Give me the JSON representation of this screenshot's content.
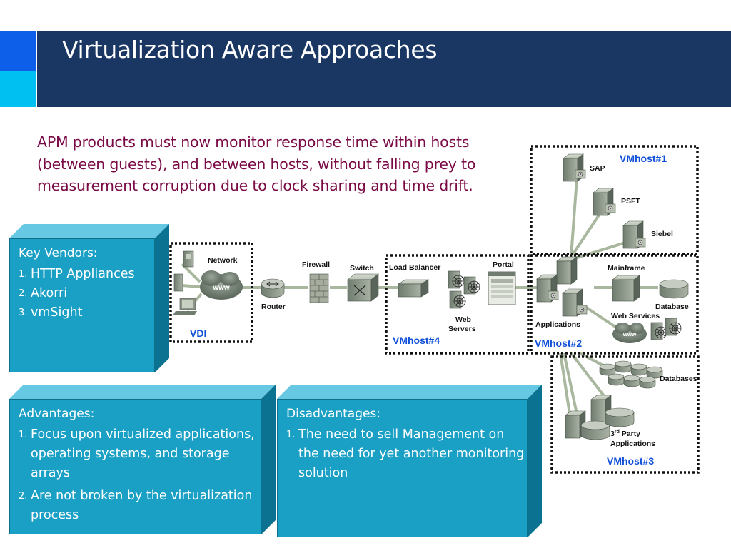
{
  "header": {
    "title": "Virtualization Aware Approaches"
  },
  "intro_text": "APM products must now monitor response time within hosts (between guests), and between hosts, without falling prey to measurement corruption due to clock sharing and time drift.",
  "key_vendors": {
    "heading": "Key Vendors:",
    "items": [
      {
        "num": "1.",
        "text": "HTTP Appliances"
      },
      {
        "num": "2.",
        "text": "Akorri"
      },
      {
        "num": "3.",
        "text": "vmSight"
      }
    ]
  },
  "advantages": {
    "heading": "Advantages:",
    "items": [
      {
        "num": "1.",
        "text": "Focus upon virtualized applications, operating systems, and storage arrays"
      },
      {
        "num": "2.",
        "text": "Are not broken by the virtualization process"
      }
    ]
  },
  "disadvantages": {
    "heading": "Disadvantages:",
    "items": [
      {
        "num": "1.",
        "text": "The need to sell Management on the need for yet another monitoring solution"
      }
    ]
  },
  "diagram": {
    "network": "Network",
    "vdi": "VDI",
    "firewall": "Firewall",
    "router": "Router",
    "switch": "Switch",
    "load_balancer": "Load Balancer",
    "portal": "Portal",
    "web_servers_1": "Web",
    "web_servers_2": "Servers",
    "vmhost4": "VMhost#4",
    "applications": "Applications",
    "mainframe": "Mainframe",
    "database": "Database",
    "web_services": "Web Services",
    "vmhost2": "VMhost#2",
    "sap": "SAP",
    "psft": "PSFT",
    "siebel": "Siebel",
    "vmhost1": "VMhost#1",
    "databases": "Databases",
    "third_party_1": "3",
    "third_party_sup": "rd",
    "third_party_2": " Party",
    "third_party_3": "Applications",
    "vmhost3": "VMhost#3"
  },
  "colors": {
    "header_bg": "#1a3663",
    "accent_blue": "#0d5ee8",
    "accent_cyan": "#00c0f2",
    "intro_text": "#7a0a45",
    "panel_face": "#1ba0c5",
    "host_label": "#1050d8"
  }
}
